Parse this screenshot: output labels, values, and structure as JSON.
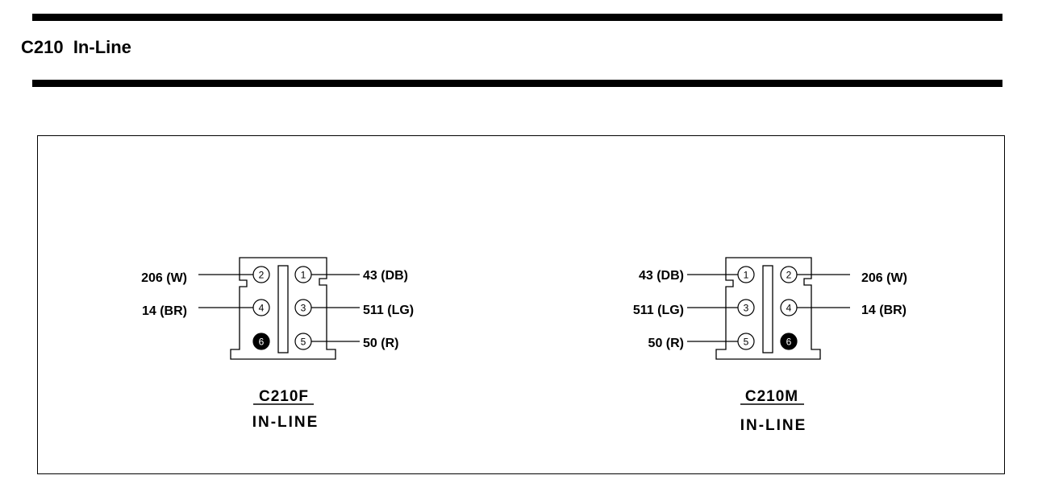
{
  "page": {
    "title": "C210  In-Line"
  },
  "connectors": [
    {
      "name": "C210F",
      "type": "IN-LINE",
      "pins": [
        {
          "pin": "1",
          "wire": "43 (DB)",
          "filled": false
        },
        {
          "pin": "2",
          "wire": "206 (W)",
          "filled": false
        },
        {
          "pin": "3",
          "wire": "511 (LG)",
          "filled": false
        },
        {
          "pin": "4",
          "wire": "14 (BR)",
          "filled": false
        },
        {
          "pin": "5",
          "wire": "50 (R)",
          "filled": false
        },
        {
          "pin": "6",
          "wire": "",
          "filled": true
        }
      ]
    },
    {
      "name": "C210M",
      "type": "IN-LINE",
      "pins": [
        {
          "pin": "1",
          "wire": "43 (DB)",
          "filled": false
        },
        {
          "pin": "2",
          "wire": "206 (W)",
          "filled": false
        },
        {
          "pin": "3",
          "wire": "511 (LG)",
          "filled": false
        },
        {
          "pin": "4",
          "wire": "14 (BR)",
          "filled": false
        },
        {
          "pin": "5",
          "wire": "50 (R)",
          "filled": false
        },
        {
          "pin": "6",
          "wire": "",
          "filled": true
        }
      ]
    }
  ]
}
